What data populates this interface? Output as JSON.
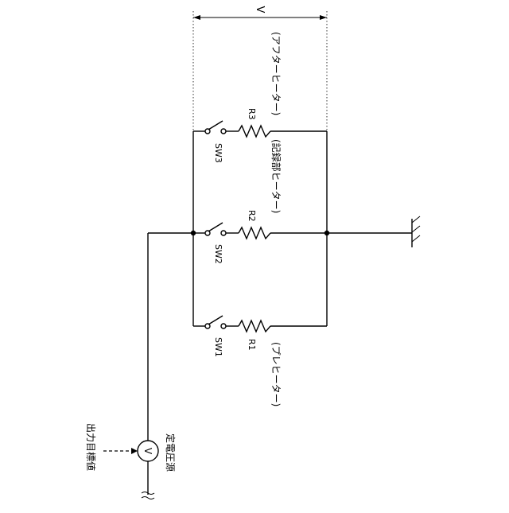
{
  "voltage_label": "V",
  "switches": {
    "sw1": "SW1",
    "sw2": "SW2",
    "sw3": "SW3"
  },
  "resistors": {
    "r1": "R1",
    "r2": "R2",
    "r3": "R3"
  },
  "heater_labels": {
    "pre_heater": "(プレヒーター)",
    "recording_heater": "(記録部ヒーター)",
    "after_heater": "(アフターヒーター)"
  },
  "source": {
    "symbol": "V",
    "label": "定電圧源",
    "target_label": "出力目標値"
  }
}
